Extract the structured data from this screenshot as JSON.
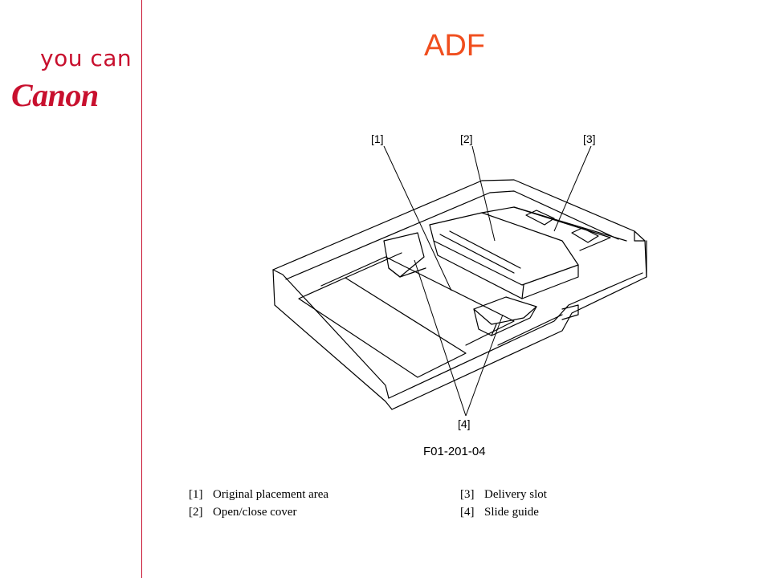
{
  "brand": {
    "tagline": "you can",
    "logo": "Canon"
  },
  "slide": {
    "title": "ADF"
  },
  "figure": {
    "callouts": [
      "[1]",
      "[2]",
      "[3]",
      "[4]"
    ],
    "caption": "F01-201-04"
  },
  "legend": {
    "left": [
      {
        "num": "[1]",
        "label": "Original placement area"
      },
      {
        "num": "[2]",
        "label": "Open/close cover"
      }
    ],
    "right": [
      {
        "num": "[3]",
        "label": "Delivery slot"
      },
      {
        "num": "[4]",
        "label": "Slide guide"
      }
    ]
  },
  "colors": {
    "brand_red": "#c8102e",
    "title_orange": "#f04e1e"
  }
}
